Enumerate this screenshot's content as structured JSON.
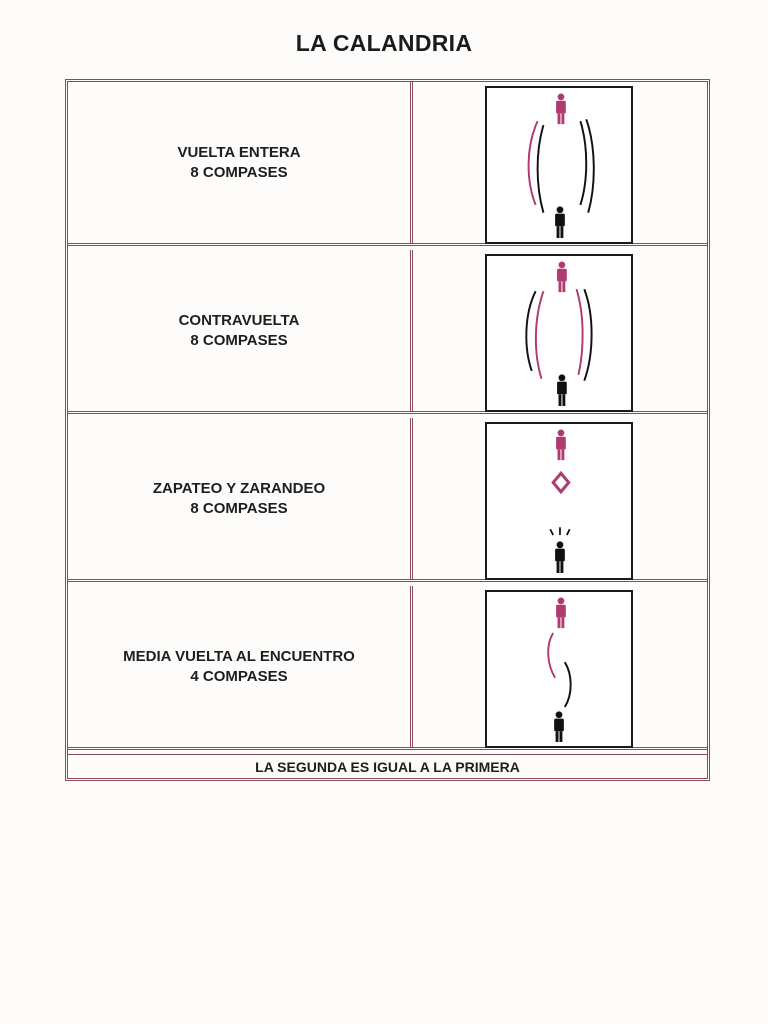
{
  "title": "LA CALANDRIA",
  "colors": {
    "border": "#8a4a5c",
    "female_figure": "#b03a72",
    "male_figure": "#111111"
  },
  "steps": [
    {
      "name": "VUELTA ENTERA",
      "duration": "8 COMPASES",
      "diagram_icon": "full-turn-icon"
    },
    {
      "name": "CONTRAVUELTA",
      "duration": "8 COMPASES",
      "diagram_icon": "counter-turn-icon"
    },
    {
      "name": "ZAPATEO Y ZARANDEO",
      "duration": "8 COMPASES",
      "diagram_icon": "zapateo-zarandeo-icon"
    },
    {
      "name": "MEDIA VUELTA AL ENCUENTRO",
      "duration": "4 COMPASES",
      "diagram_icon": "half-turn-meeting-icon"
    }
  ],
  "footer": "LA SEGUNDA ES IGUAL A LA PRIMERA"
}
